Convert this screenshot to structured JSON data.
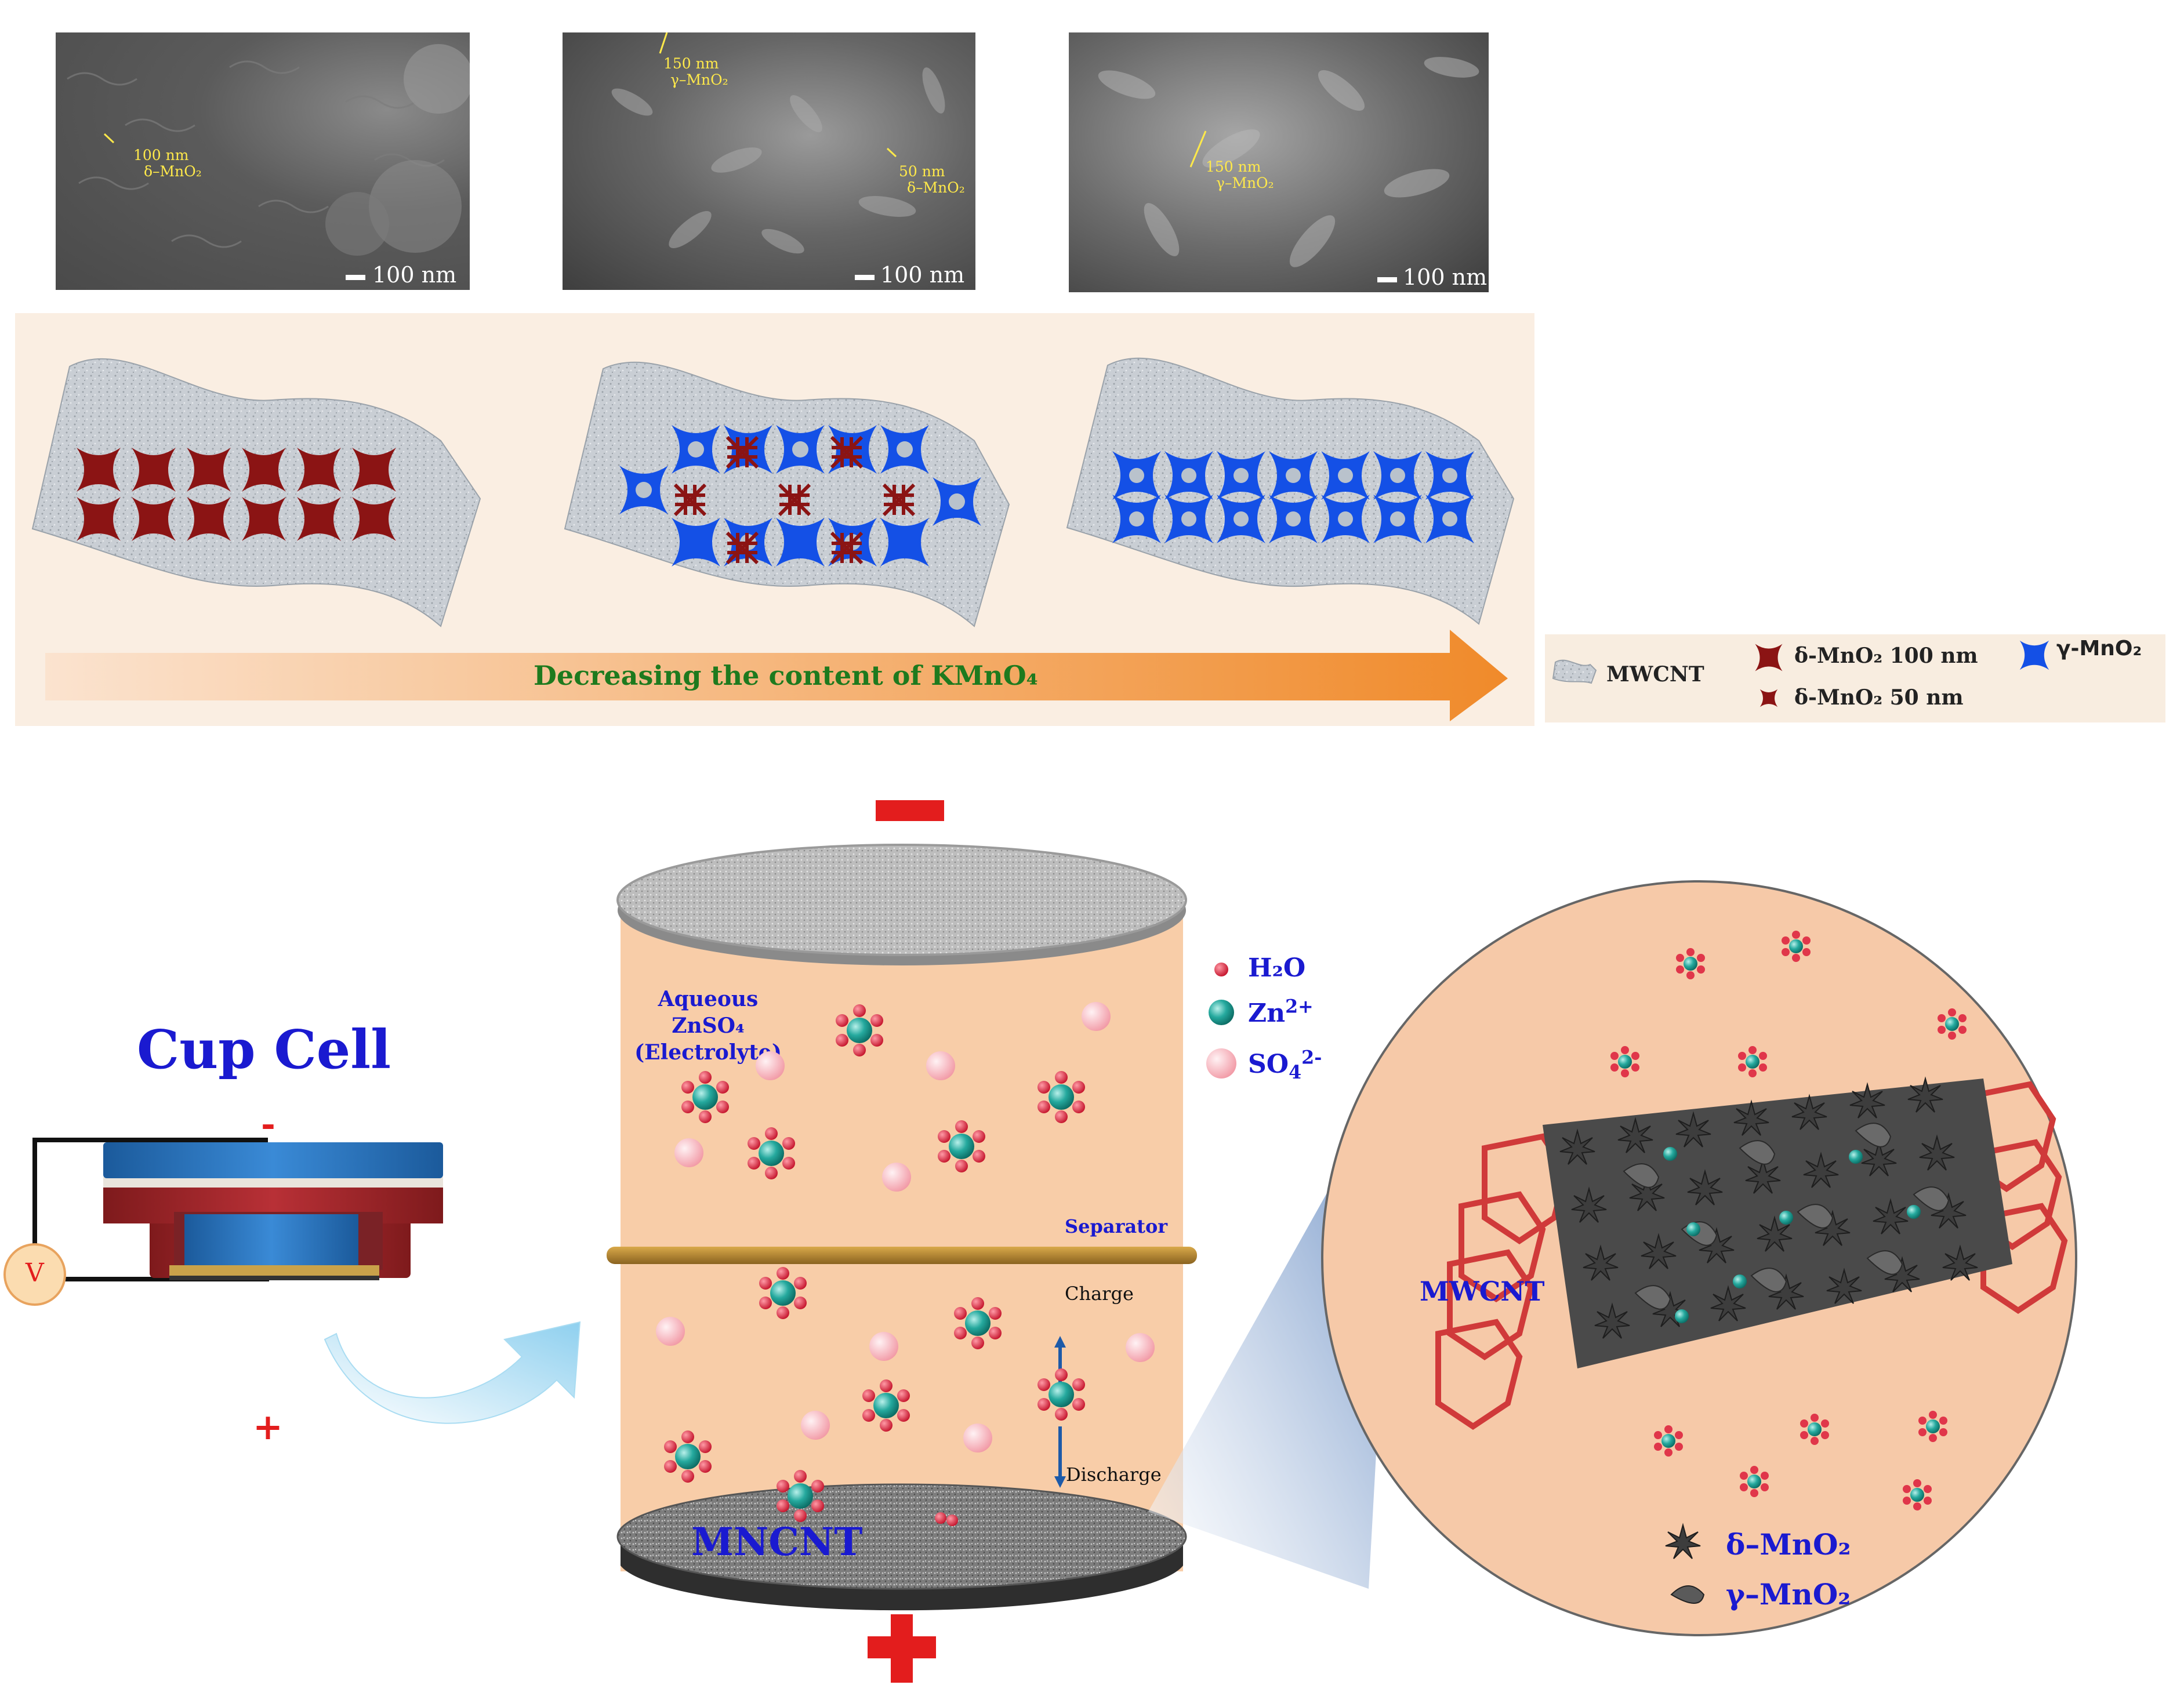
{
  "sem": [
    {
      "scale": "100 nm",
      "ann1_size": "100 nm",
      "ann1_phase": "δ–MnO₂"
    },
    {
      "scale": "100 nm",
      "ann1_size": "150 nm",
      "ann1_phase": "γ–MnO₂",
      "ann2_size": "50 nm",
      "ann2_phase": "δ–MnO₂"
    },
    {
      "scale": "100 nm",
      "ann1_size": "150 nm",
      "ann1_phase": "γ–MnO₂"
    }
  ],
  "arrow_label": "Decreasing the content of KMnO₄",
  "legend": {
    "mwcnt": "MWCNT",
    "delta100": "δ-MnO₂ 100 nm",
    "delta50": "δ-MnO₂ 50 nm",
    "gamma": "γ-MnO₂"
  },
  "cup_cell": {
    "title": "Cup Cell",
    "meter": "V",
    "minus": "-",
    "plus": "+"
  },
  "cell": {
    "electrolyte_line1": "Aqueous ZnSO₄",
    "electrolyte_line2": "(Electrolyte)",
    "separator": "Separator",
    "charge": "Charge",
    "discharge": "Discharge",
    "electrode": "MNCNT"
  },
  "species": {
    "water": "H₂O",
    "zinc_base": "Zn",
    "zinc_sup": "2+",
    "sulfate_base": "SO",
    "sulfate_sub": "4",
    "sulfate_sup": "2-"
  },
  "zoom": {
    "mwcnt": "MWCNT",
    "delta": "δ–MnO₂",
    "gamma": "γ–MnO₂"
  },
  "colors": {
    "delta": "#8b1414",
    "gamma": "#1450e6",
    "zn": "#25a99e",
    "water": "#e0364a",
    "sulfate": "#f7a8b2",
    "electrolyte": "#f8cda8",
    "arrow": "#f08a2a"
  }
}
